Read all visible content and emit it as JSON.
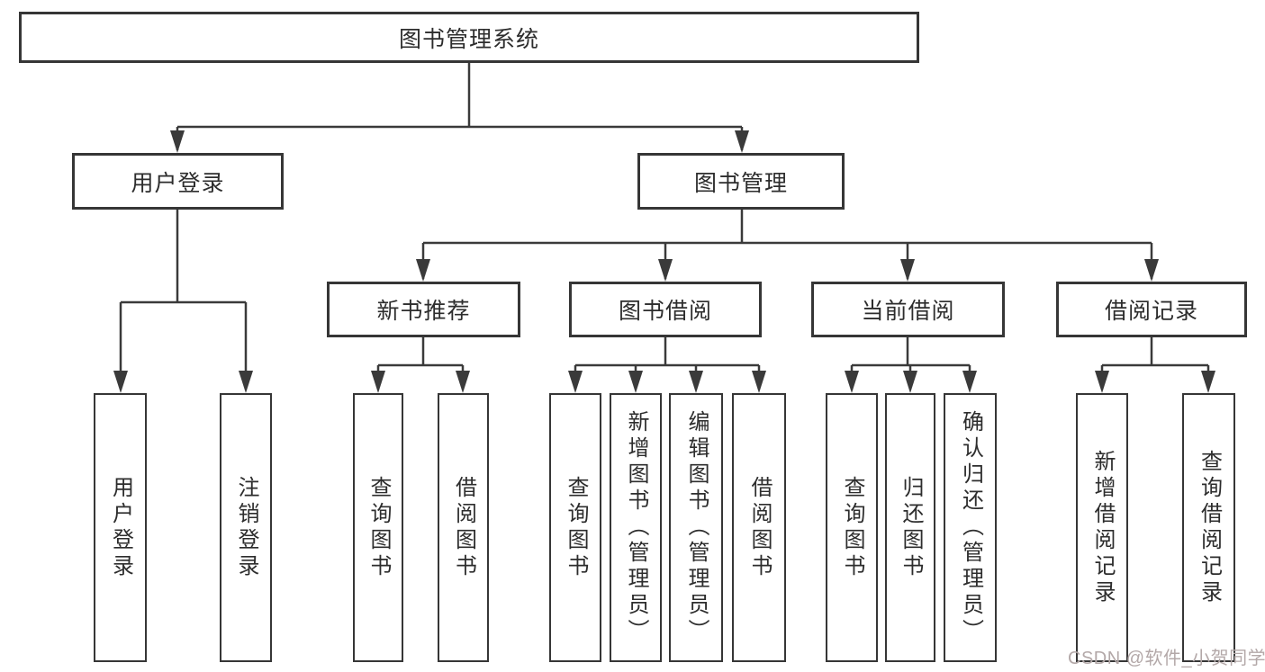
{
  "diagram": {
    "root_label": "图书管理系统",
    "level2": {
      "user_login": "用户登录",
      "book_management": "图书管理"
    },
    "level3": {
      "new_book_recommend": "新书推荐",
      "book_borrowing": "图书借阅",
      "current_borrowing": "当前借阅",
      "borrowing_records": "借阅记录"
    },
    "leaves": {
      "user_login": "用户登录",
      "logout_login": "注销登录",
      "recommend_query_books": "查询图书",
      "recommend_borrow_books": "借阅图书",
      "borrowing_query_books": "查询图书",
      "borrowing_add_books": "新增图书（管理员）",
      "borrowing_edit_books": "编辑图书（管理员）",
      "borrowing_borrow_books": "借阅图书",
      "current_query_books": "查询图书",
      "current_return_books": "归还图书",
      "current_confirm_return": "确认归还（管理员）",
      "records_add_record": "新增借阅记录",
      "records_query_record": "查询借阅记录"
    }
  },
  "watermark": {
    "text": "CSDN @软件_小贺同学"
  },
  "colors": {
    "line": "#3a3a3a",
    "box_border": "#363636",
    "text": "#2d2d2d",
    "watermark": "#b3a8a8",
    "background": "#ffffff"
  }
}
